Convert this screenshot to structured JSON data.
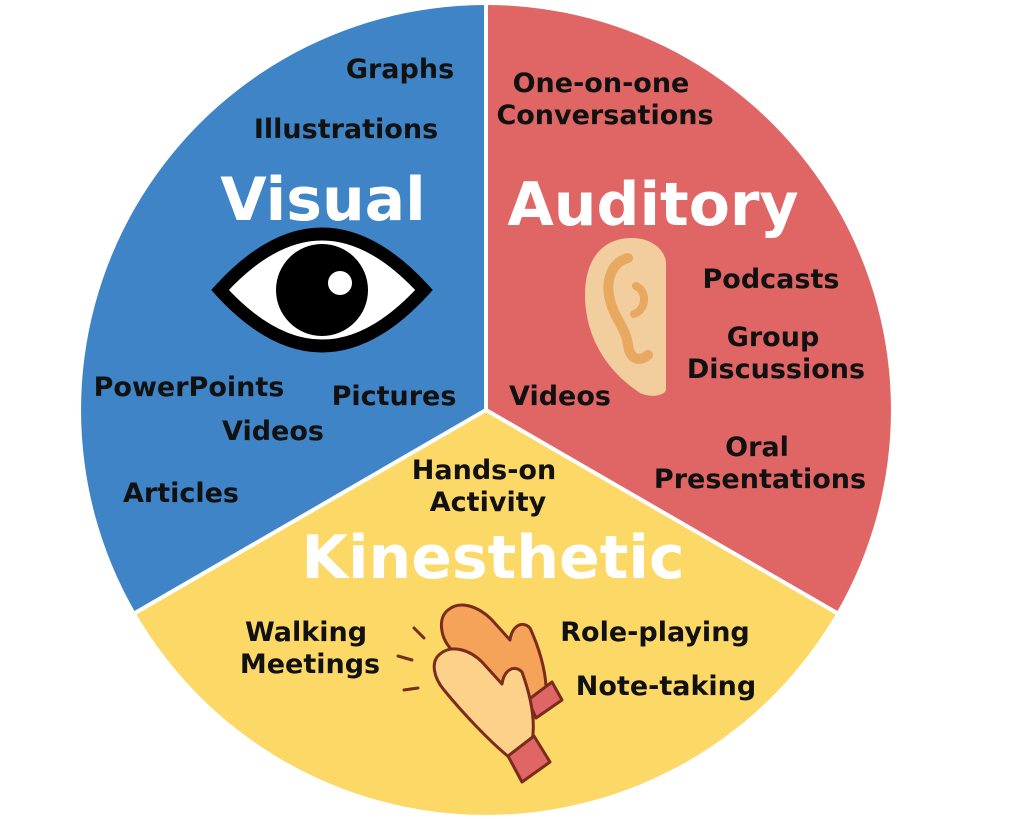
{
  "colors": {
    "visual": "#3e84c6",
    "auditory": "#e06666",
    "kinesthetic": "#fcd866",
    "divider": "#ffffff",
    "text": "#111111",
    "title_text": "#ffffff"
  },
  "segments": {
    "visual": {
      "title": "Visual",
      "icon": "eye-icon",
      "items": [
        "Graphs",
        "Illustrations",
        "PowerPoints",
        "Pictures",
        "Videos",
        "Articles"
      ]
    },
    "auditory": {
      "title": "Auditory",
      "icon": "ear-icon",
      "items": [
        "One-on-one",
        "Conversations",
        "Podcasts",
        "Group",
        "Discussions",
        "Videos",
        "Oral",
        "Presentations"
      ]
    },
    "kinesthetic": {
      "title": "Kinesthetic",
      "icon": "clapping-hands-icon",
      "items": [
        "Hands-on",
        "Activity",
        "Walking",
        "Meetings",
        "Role-playing",
        "Note-taking"
      ]
    }
  }
}
